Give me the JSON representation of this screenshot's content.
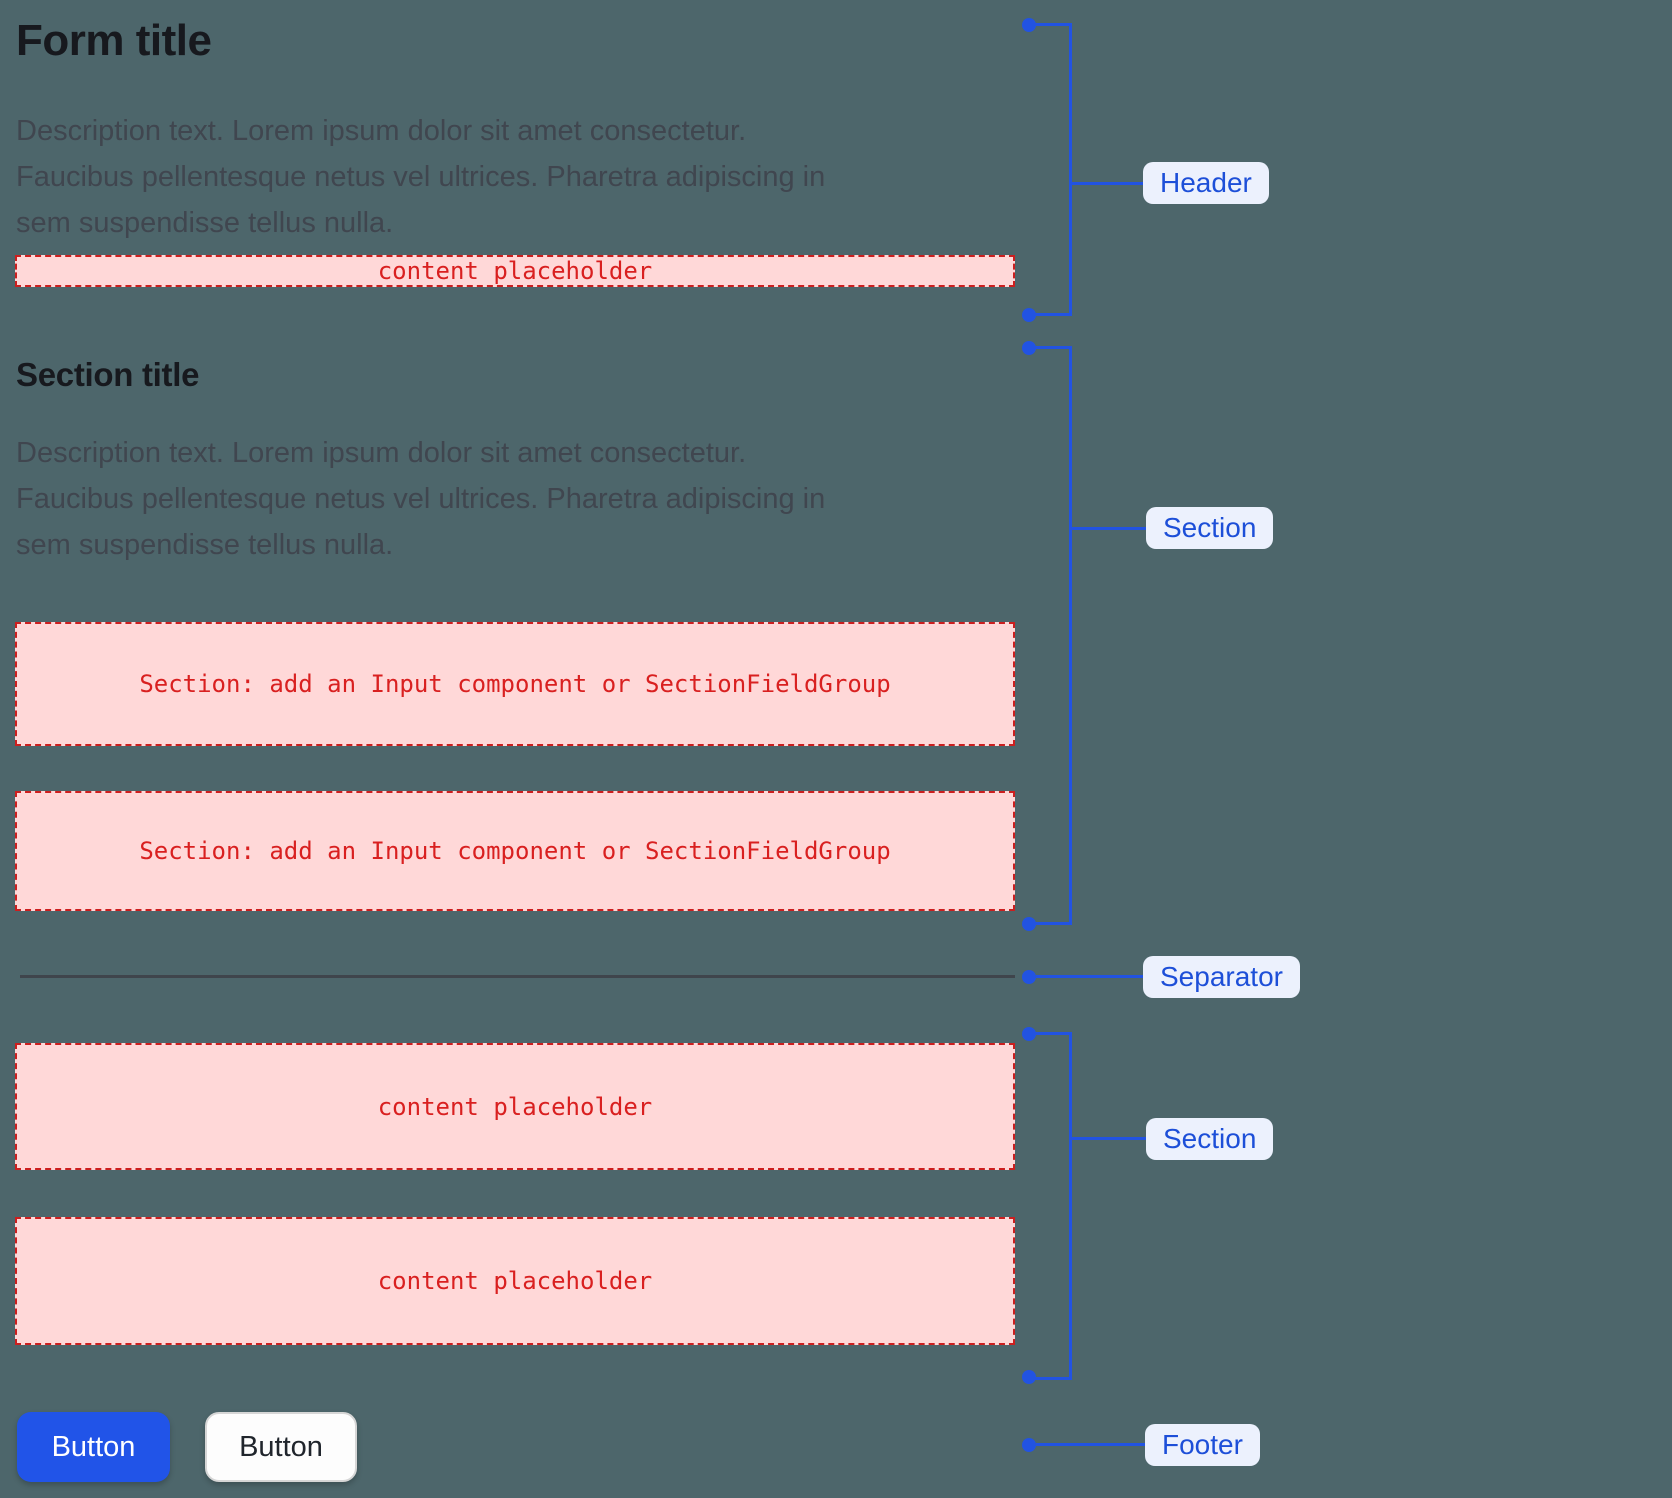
{
  "colors": {
    "accent-blue": "#2253e2",
    "label-bg": "#ecf1fd",
    "label-text": "#1d4fd8",
    "placeholder-bg": "#ffd8d8",
    "placeholder-border": "#cc1f1f",
    "placeholder-text": "#d92020",
    "title-text": "#17191e",
    "body-text": "#40464f",
    "separator": "#3f454c",
    "background": "#4d666b",
    "primary-button-bg": "#2154e8",
    "primary-button-text": "#ffffff",
    "secondary-button-bg": "#fdfdfd",
    "secondary-button-border": "#d6d6d6",
    "secondary-button-text": "#20252c"
  },
  "form": {
    "title": "Form title",
    "description_lines": [
      "Description text. Lorem ipsum dolor sit amet consectetur.",
      "Faucibus pellentesque netus vel ultrices. Pharetra adipiscing in",
      "sem suspendisse tellus nulla."
    ],
    "content_placeholder": "content placeholder",
    "section": {
      "title": "Section title",
      "description_lines": [
        "Description text. Lorem ipsum dolor sit amet consectetur.",
        "Faucibus pellentesque netus vel ultrices. Pharetra adipiscing in",
        "sem suspendisse tellus nulla."
      ],
      "placeholders": [
        "Section: add an Input component or SectionFieldGroup",
        "Section: add an Input component or SectionFieldGroup"
      ]
    },
    "section2": {
      "placeholders": [
        "content placeholder",
        "content placeholder"
      ]
    },
    "footer": {
      "buttons": [
        {
          "label": "Button",
          "variant": "primary"
        },
        {
          "label": "Button",
          "variant": "secondary"
        }
      ]
    }
  },
  "annotations": {
    "header": "Header",
    "section": "Section",
    "separator": "Separator",
    "section2": "Section",
    "footer": "Footer"
  }
}
